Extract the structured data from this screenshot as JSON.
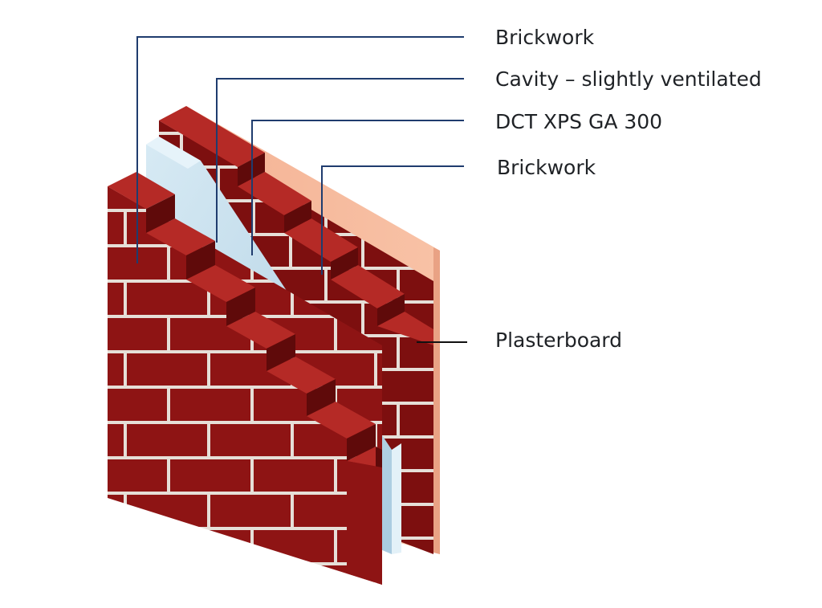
{
  "diagram": {
    "title": "",
    "labels": {
      "outer_brickwork": "Brickwork",
      "cavity": "Cavity – slightly ventilated",
      "insulation": "DCT XPS GA 300",
      "inner_brickwork": "Brickwork",
      "plasterboard": "Plasterboard"
    },
    "colors": {
      "brick_front": "#8e1414",
      "brick_top": "#b52a26",
      "brick_side": "#6a0c0c",
      "mortar": "#e6dfd8",
      "insulation_face": "#b9d6e8",
      "insulation_edge": "#d9ecf5",
      "plasterboard_face": "#f6b89a",
      "plasterboard_edge": "#e9a284",
      "leader_line_blue": "#1f3c6e",
      "leader_line_black": "#111111",
      "text": "#1f2226"
    }
  }
}
